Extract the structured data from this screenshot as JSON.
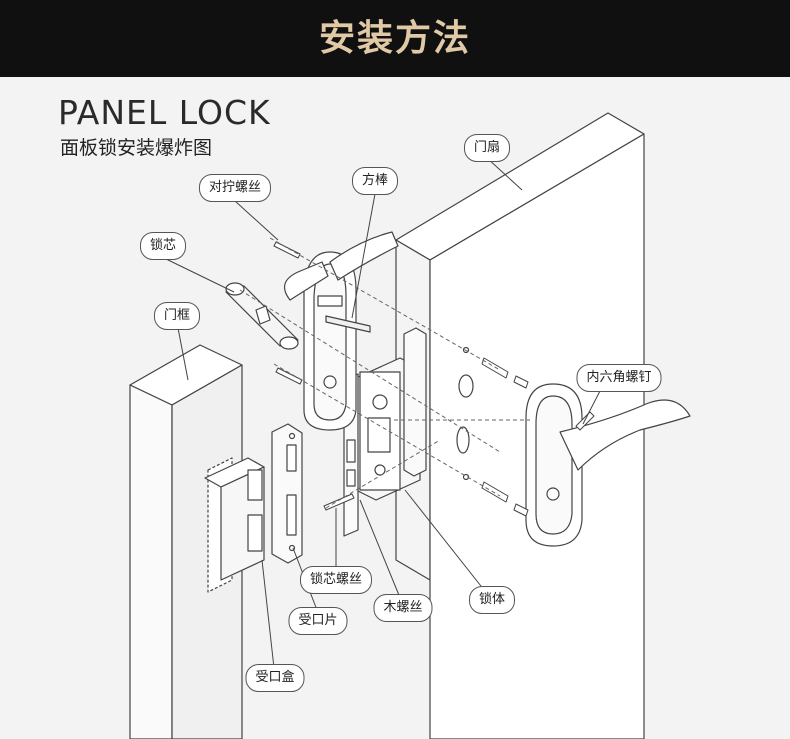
{
  "header": {
    "title": "安装方法",
    "bg_color": "#101010",
    "title_color": "#e2c9a6"
  },
  "heading": {
    "english": "PANEL LOCK",
    "chinese": "面板锁安装爆炸图"
  },
  "labels": {
    "door_leaf": "门扇",
    "square_spindle": "方棒",
    "counter_screw": "对拧螺丝",
    "lock_cylinder": "锁芯",
    "door_frame": "门框",
    "hex_screw": "内六角螺钉",
    "cylinder_screw": "锁芯螺丝",
    "strike_plate": "受口片",
    "wood_screw": "木螺丝",
    "lock_body": "锁体",
    "strike_box": "受口盒"
  }
}
